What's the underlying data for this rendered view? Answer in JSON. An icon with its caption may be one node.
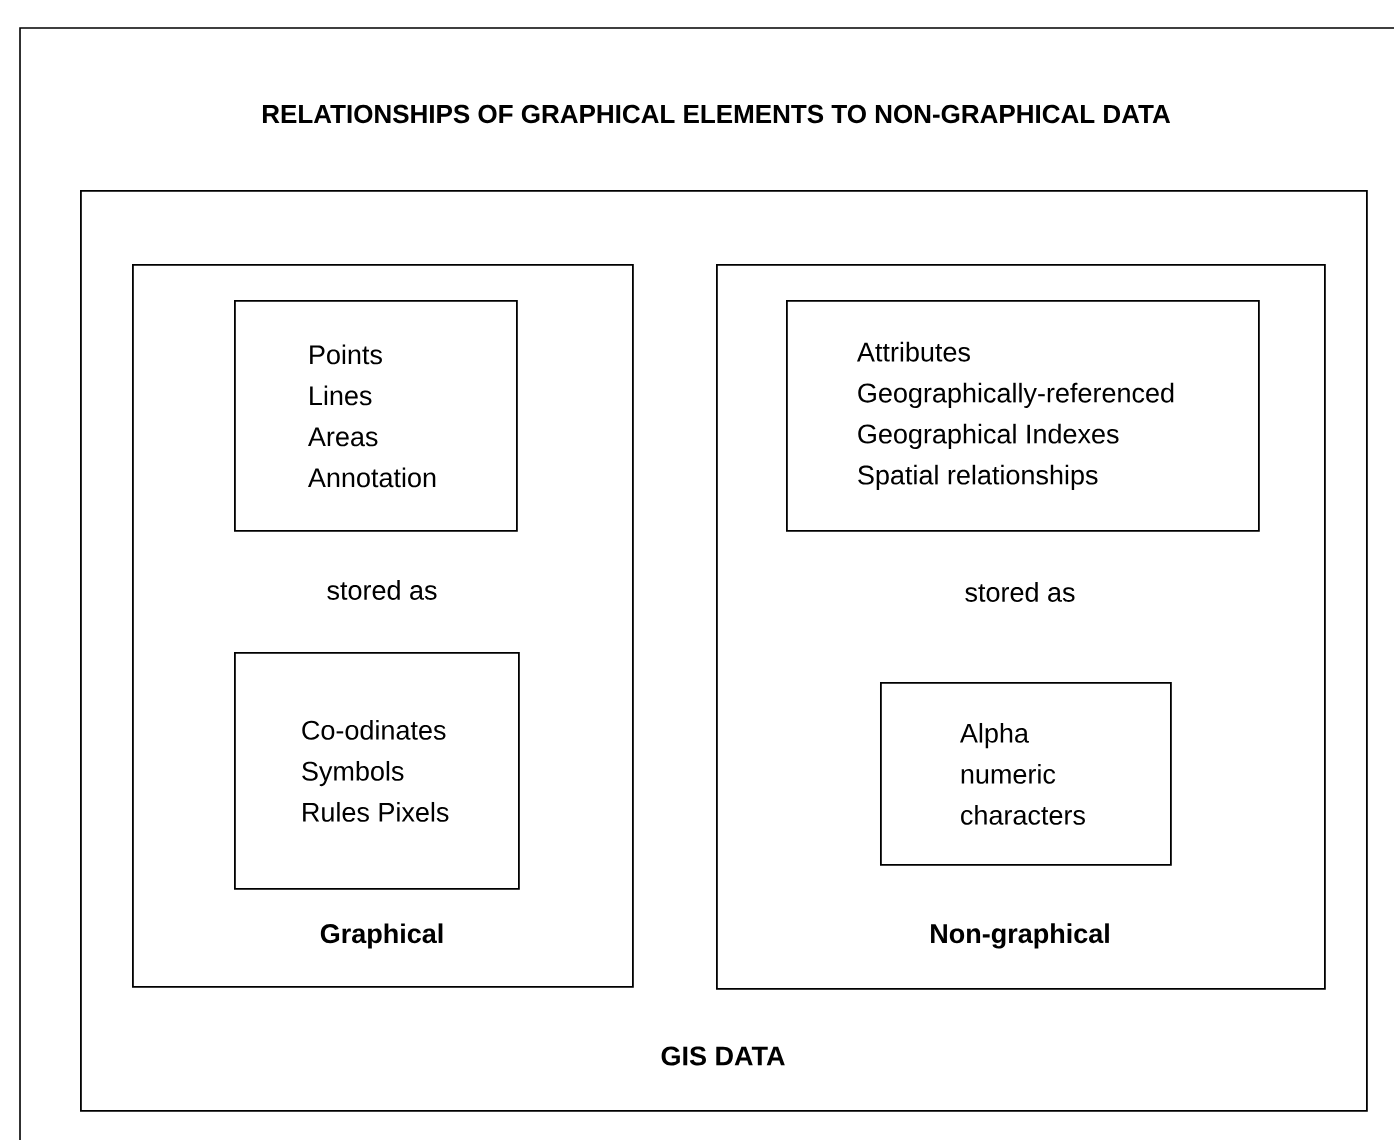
{
  "diagram": {
    "title": "RELATIONSHIPS OF GRAPHICAL ELEMENTS TO NON-GRAPHICAL DATA",
    "nodes": [
      {
        "text": [
          "GIS DATA"
        ]
      },
      {
        "text": [
          "stored as",
          "Graphical"
        ],
        "in": 0
      },
      {
        "text": [
          "Points Lines Areas Annotation"
        ],
        "in": 1
      },
      {
        "text": [
          "Co-odinates Symbols Rules Pixels"
        ],
        "in": 1
      },
      {
        "text": [
          "stored as",
          "Non-graphical"
        ],
        "in": 0
      },
      {
        "text": [
          "Attributes Geographically-referenced Geographical Indexes Spatial relationships"
        ],
        "in": 4
      },
      {
        "text": [
          "Alpha numeric characters"
        ],
        "in": 4
      }
    ]
  }
}
